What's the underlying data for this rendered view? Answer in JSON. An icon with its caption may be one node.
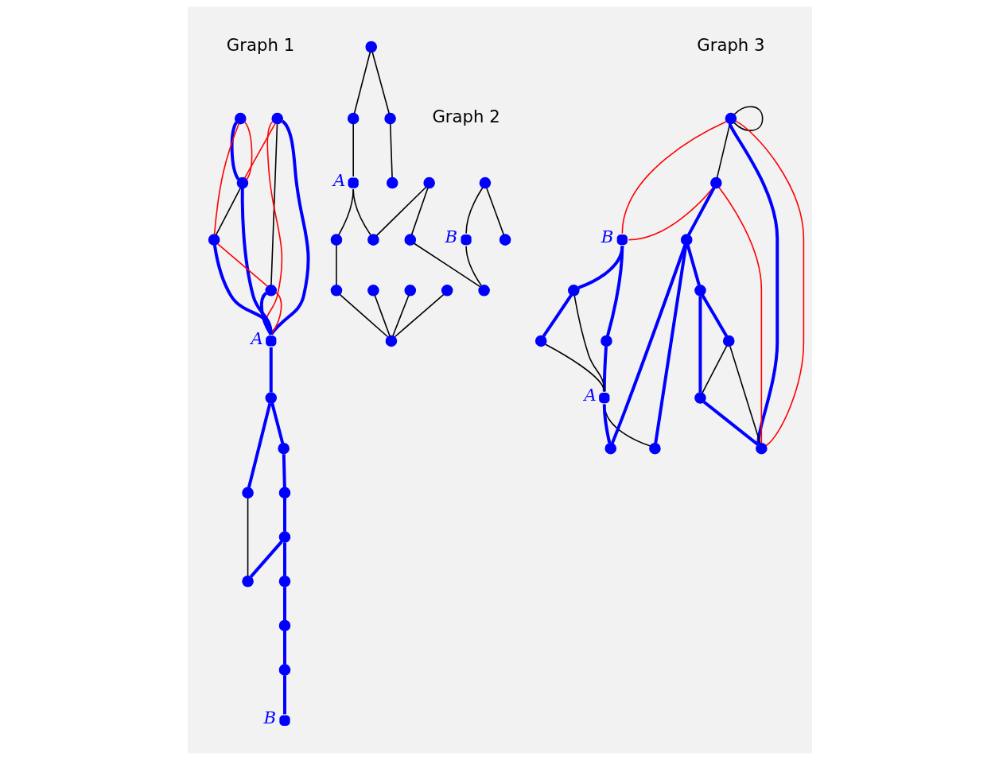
{
  "diagram": {
    "nodes": [
      {
        "text": [],
        "shape": "circle"
      },
      {
        "text": [],
        "shape": "circle"
      },
      {
        "text": [],
        "shape": "circle"
      },
      {
        "text": [],
        "shape": "circle"
      },
      {
        "text": [],
        "shape": "circle"
      },
      {
        "text": [],
        "shape": "circle",
        "beside": [
          "A"
        ]
      },
      {
        "text": [],
        "shape": "circle"
      },
      {
        "text": [],
        "shape": "circle",
        "beside": [
          "B"
        ]
      },
      {
        "text": [],
        "shape": "circle"
      },
      {
        "text": [],
        "shape": "circle"
      },
      {
        "text": [],
        "shape": "circle"
      },
      {
        "text": [],
        "shape": "circle"
      },
      {
        "text": [],
        "shape": "circle"
      },
      {
        "text": [],
        "shape": "circle"
      },
      {
        "text": [],
        "shape": "circle"
      },
      {
        "text": [],
        "shape": "circle"
      },
      {
        "text": [],
        "shape": "circle"
      },
      {
        "text": [],
        "shape": "circle"
      },
      {
        "text": [],
        "shape": "circle"
      },
      {
        "text": [],
        "shape": "circle"
      },
      {
        "text": [],
        "shape": "circle"
      },
      {
        "text": [],
        "shape": "circle"
      },
      {
        "text": [],
        "shape": "circle"
      },
      {
        "text": [],
        "shape": "circle"
      },
      {
        "text": [],
        "shape": "circle"
      },
      {
        "text": [],
        "shape": "circle"
      },
      {
        "text": [],
        "shape": "circle",
        "beside": [
          "A"
        ]
      },
      {
        "text": [],
        "shape": "circle"
      },
      {
        "text": [],
        "shape": "circle"
      },
      {
        "text": [],
        "shape": "circle",
        "beside": [
          "B"
        ]
      },
      {
        "text": [],
        "shape": "circle"
      },
      {
        "text": [],
        "shape": "circle"
      },
      {
        "text": [],
        "shape": "circle"
      },
      {
        "text": [],
        "shape": "circle"
      },
      {
        "text": [],
        "shape": "circle"
      },
      {
        "text": [],
        "shape": "circle",
        "beside": [
          "B"
        ]
      },
      {
        "text": [],
        "shape": "circle"
      },
      {
        "text": [],
        "shape": "circle"
      },
      {
        "text": [],
        "shape": "circle"
      },
      {
        "text": [],
        "shape": "circle"
      },
      {
        "text": [],
        "shape": "circle"
      },
      {
        "text": [],
        "shape": "circle",
        "beside": [
          "A"
        ]
      },
      {
        "text": [],
        "shape": "circle"
      },
      {
        "text": [],
        "shape": "circle"
      },
      {
        "text": [],
        "shape": "circle"
      },
      {
        "text": [],
        "shape": "circle"
      },
      {
        "text": [],
        "shape": "circle"
      },
      {
        "text": [],
        "shape": "circle"
      }
    ],
    "edges": [
      {
        "from": 0,
        "to": 3,
        "arrow": "none",
        "color": "#000000"
      },
      {
        "from": 2,
        "to": 4,
        "arrow": "none",
        "color": "#000000"
      },
      {
        "from": 0,
        "to": 2,
        "arrow": "none",
        "color": "#ff0000"
      },
      {
        "from": 1,
        "to": 2,
        "arrow": "none",
        "style": "thick"
      },
      {
        "from": 1,
        "to": 2,
        "arrow": "none",
        "color": "#ff0000"
      },
      {
        "from": 1,
        "to": 4,
        "arrow": "none",
        "color": "#ff0000"
      },
      {
        "from": 4,
        "to": 3,
        "arrow": "none",
        "color": "#ff0000"
      },
      {
        "from": 0,
        "to": 5,
        "arrow": "none",
        "color": "#ff0000"
      },
      {
        "from": 0,
        "to": 5,
        "arrow": "none",
        "style": "thick"
      },
      {
        "from": 2,
        "to": 5,
        "arrow": "none",
        "style": "thick"
      },
      {
        "from": 4,
        "to": 5,
        "arrow": "none",
        "style": "thick"
      },
      {
        "from": 3,
        "to": 5,
        "arrow": "none",
        "style": "thick"
      },
      {
        "from": 3,
        "to": 5,
        "arrow": "none",
        "color": "#ff0000"
      },
      {
        "from": 5,
        "to": 12,
        "arrow": "none",
        "style": "thick"
      },
      {
        "from": 12,
        "to": 10,
        "arrow": "none",
        "style": "thick"
      },
      {
        "from": 12,
        "to": 14,
        "arrow": "none",
        "style": "thick"
      },
      {
        "from": 14,
        "to": 15,
        "arrow": "none",
        "style": "thick"
      },
      {
        "from": 15,
        "to": 13,
        "arrow": "none",
        "style": "thick"
      },
      {
        "from": 13,
        "to": 11,
        "arrow": "none",
        "style": "thick"
      },
      {
        "from": 13,
        "to": 9,
        "arrow": "none",
        "style": "thick"
      },
      {
        "from": 9,
        "to": 8,
        "arrow": "none",
        "style": "thick"
      },
      {
        "from": 8,
        "to": 6,
        "arrow": "none",
        "style": "thick"
      },
      {
        "from": 6,
        "to": 7,
        "arrow": "none",
        "style": "thick"
      },
      {
        "from": 10,
        "to": 11,
        "arrow": "none",
        "color": "#000000"
      },
      {
        "from": 16,
        "to": 18,
        "arrow": "none",
        "color": "#000000"
      },
      {
        "from": 17,
        "to": 19,
        "arrow": "none",
        "color": "#000000"
      },
      {
        "from": 17,
        "to": 22,
        "arrow": "none",
        "color": "#000000"
      },
      {
        "from": 22,
        "to": 24,
        "arrow": "none",
        "color": "#000000"
      },
      {
        "from": 18,
        "to": 23,
        "arrow": "none",
        "color": "#000000"
      },
      {
        "from": 20,
        "to": 21,
        "arrow": "none",
        "color": "#000000"
      },
      {
        "from": 20,
        "to": 29,
        "arrow": "none",
        "color": "#000000"
      },
      {
        "from": 29,
        "to": 23,
        "arrow": "none",
        "color": "#000000"
      },
      {
        "from": 19,
        "to": 26,
        "arrow": "none",
        "color": "#000000"
      },
      {
        "from": 26,
        "to": 32,
        "arrow": "none",
        "color": "#000000"
      },
      {
        "from": 16,
        "to": 32,
        "arrow": "none",
        "color": "#000000"
      },
      {
        "from": 26,
        "to": 25,
        "arrow": "none",
        "color": "#000000"
      },
      {
        "from": 25,
        "to": 30,
        "arrow": "none",
        "color": "#000000"
      },
      {
        "from": 30,
        "to": 33,
        "arrow": "none",
        "color": "#000000"
      },
      {
        "from": 27,
        "to": 33,
        "arrow": "none",
        "color": "#000000"
      },
      {
        "from": 28,
        "to": 33,
        "arrow": "none",
        "color": "#000000"
      },
      {
        "from": 31,
        "to": 33,
        "arrow": "none",
        "color": "#000000"
      },
      {
        "from": 34,
        "to": 34,
        "arrow": "none",
        "color": "#000000"
      },
      {
        "from": 34,
        "to": 35,
        "arrow": "none",
        "color": "#ff0000"
      },
      {
        "from": 34,
        "to": 37,
        "arrow": "none",
        "color": "#000000"
      },
      {
        "from": 34,
        "to": 39,
        "arrow": "none",
        "style": "thick"
      },
      {
        "from": 34,
        "to": 39,
        "arrow": "none",
        "color": "#ff0000"
      },
      {
        "from": 39,
        "to": 37,
        "arrow": "none",
        "color": "#ff0000"
      },
      {
        "from": 37,
        "to": 35,
        "arrow": "none",
        "color": "#ff0000"
      },
      {
        "from": 35,
        "to": 36,
        "arrow": "none",
        "style": "thick"
      },
      {
        "from": 35,
        "to": 38,
        "arrow": "none",
        "style": "thick"
      },
      {
        "from": 36,
        "to": 41,
        "arrow": "none",
        "style": "thick"
      },
      {
        "from": 38,
        "to": 40,
        "arrow": "none",
        "style": "thick"
      },
      {
        "from": 38,
        "to": 41,
        "arrow": "none",
        "color": "#000000"
      },
      {
        "from": 40,
        "to": 41,
        "arrow": "none",
        "color": "#000000"
      },
      {
        "from": 41,
        "to": 44,
        "arrow": "none",
        "color": "#000000"
      },
      {
        "from": 41,
        "to": 47,
        "arrow": "none",
        "style": "thick"
      },
      {
        "from": 37,
        "to": 45,
        "arrow": "none",
        "style": "thick"
      },
      {
        "from": 45,
        "to": 44,
        "arrow": "none",
        "style": "thick"
      },
      {
        "from": 45,
        "to": 47,
        "arrow": "none",
        "style": "thick"
      },
      {
        "from": 45,
        "to": 46,
        "arrow": "none",
        "style": "thick"
      },
      {
        "from": 46,
        "to": 42,
        "arrow": "none",
        "style": "thick"
      },
      {
        "from": 42,
        "to": 39,
        "arrow": "none",
        "color": "#000000"
      },
      {
        "from": 42,
        "to": 43,
        "arrow": "none",
        "color": "#000000"
      },
      {
        "from": 43,
        "to": 39,
        "arrow": "none",
        "style": "thick"
      },
      {
        "from": 43,
        "to": 46,
        "arrow": "none",
        "style": "thick"
      }
    ],
    "labels": [
      "Graph 1",
      "Graph 2",
      "Graph 3"
    ]
  }
}
